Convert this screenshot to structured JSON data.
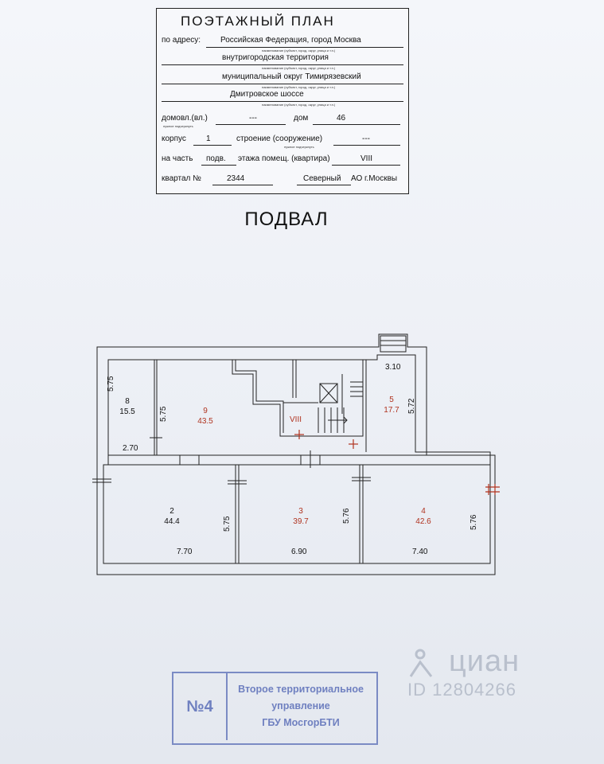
{
  "header": {
    "title": "ПОЭТАЖНЫЙ ПЛАН",
    "address_label": "по адресу:",
    "address_value": "Российская Федерация, город Москва",
    "hint_subject": "наименование (субъект, город, округ, улица и т.п.)",
    "territory_value": "внутригородская территория",
    "district_value": "муниципальный округ Тимирязевский",
    "street_value": "Дмитровское шоссе",
    "domovl_label": "домовл.(вл.)",
    "domovl_value": "---",
    "domovl_hint": "нужное подчеркнуть",
    "dom_label": "дом",
    "dom_value": "46",
    "korpus_label": "корпус",
    "korpus_value": "1",
    "stroenie_label": "строение (сооружение)",
    "stroenie_hint": "нужное подчеркнуть",
    "stroenie_value": "---",
    "part_label": "на часть",
    "part_value": "подв.",
    "floor_label": "этажа помещ. (квартира)",
    "floor_value": "VIII",
    "kvartal_label": "квартал №",
    "kvartal_value": "2344",
    "ao_value": "Северный",
    "ao_suffix": "АО г.Москвы"
  },
  "plan": {
    "title": "ПОДВАЛ",
    "section_label": "VIII",
    "rooms": [
      {
        "number": "8",
        "area": "15.5"
      },
      {
        "number": "9",
        "area": "43.5"
      },
      {
        "number": "5",
        "area": "17.7"
      },
      {
        "number": "2",
        "area": "44.4"
      },
      {
        "number": "3",
        "area": "39.7"
      },
      {
        "number": "4",
        "area": "42.6"
      }
    ],
    "dimensions": {
      "d_575_a": "5.75",
      "d_575_b": "5.75",
      "d_270": "2.70",
      "d_310": "3.10",
      "d_572": "5.72",
      "d_575_c": "5.75",
      "d_576_a": "5.76",
      "d_576_b": "5.76",
      "d_770": "7.70",
      "d_690": "6.90",
      "d_740": "7.40"
    }
  },
  "stamp": {
    "number": "№4",
    "line1": "Второе территориальное",
    "line2": "управление",
    "line3": "ГБУ МосгорБТИ"
  },
  "watermark": {
    "brand": "циан",
    "id": "ID 12804266"
  },
  "colors": {
    "room_label_red": "#b0331f",
    "stamp_blue": "#6f80c0"
  }
}
